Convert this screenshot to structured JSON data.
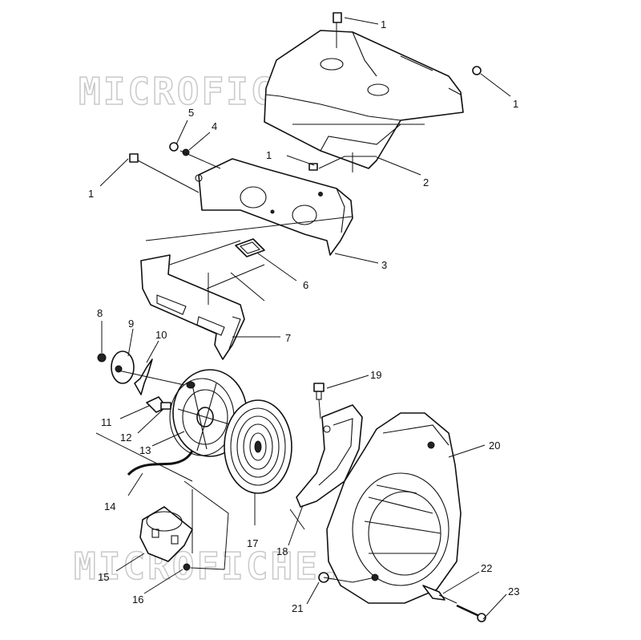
{
  "watermark": {
    "text_top": "MICROFICHE.NET",
    "text_bottom": "MICROFICHE.NET"
  },
  "callouts": [
    {
      "id": "c1a",
      "label": "1"
    },
    {
      "id": "c1b",
      "label": "1"
    },
    {
      "id": "c1c",
      "label": "1"
    },
    {
      "id": "c1d",
      "label": "1"
    },
    {
      "id": "c2",
      "label": "2"
    },
    {
      "id": "c3",
      "label": "3"
    },
    {
      "id": "c4",
      "label": "4"
    },
    {
      "id": "c5",
      "label": "5"
    },
    {
      "id": "c6",
      "label": "6"
    },
    {
      "id": "c7",
      "label": "7"
    },
    {
      "id": "c8",
      "label": "8"
    },
    {
      "id": "c9",
      "label": "9"
    },
    {
      "id": "c10",
      "label": "10"
    },
    {
      "id": "c11",
      "label": "11"
    },
    {
      "id": "c12",
      "label": "12"
    },
    {
      "id": "c13",
      "label": "13"
    },
    {
      "id": "c14",
      "label": "14"
    },
    {
      "id": "c15",
      "label": "15"
    },
    {
      "id": "c16",
      "label": "16"
    },
    {
      "id": "c17",
      "label": "17"
    },
    {
      "id": "c18",
      "label": "18"
    },
    {
      "id": "c19",
      "label": "19"
    },
    {
      "id": "c20",
      "label": "20"
    },
    {
      "id": "c21",
      "label": "21"
    },
    {
      "id": "c22",
      "label": "22"
    },
    {
      "id": "c23",
      "label": "23"
    }
  ]
}
